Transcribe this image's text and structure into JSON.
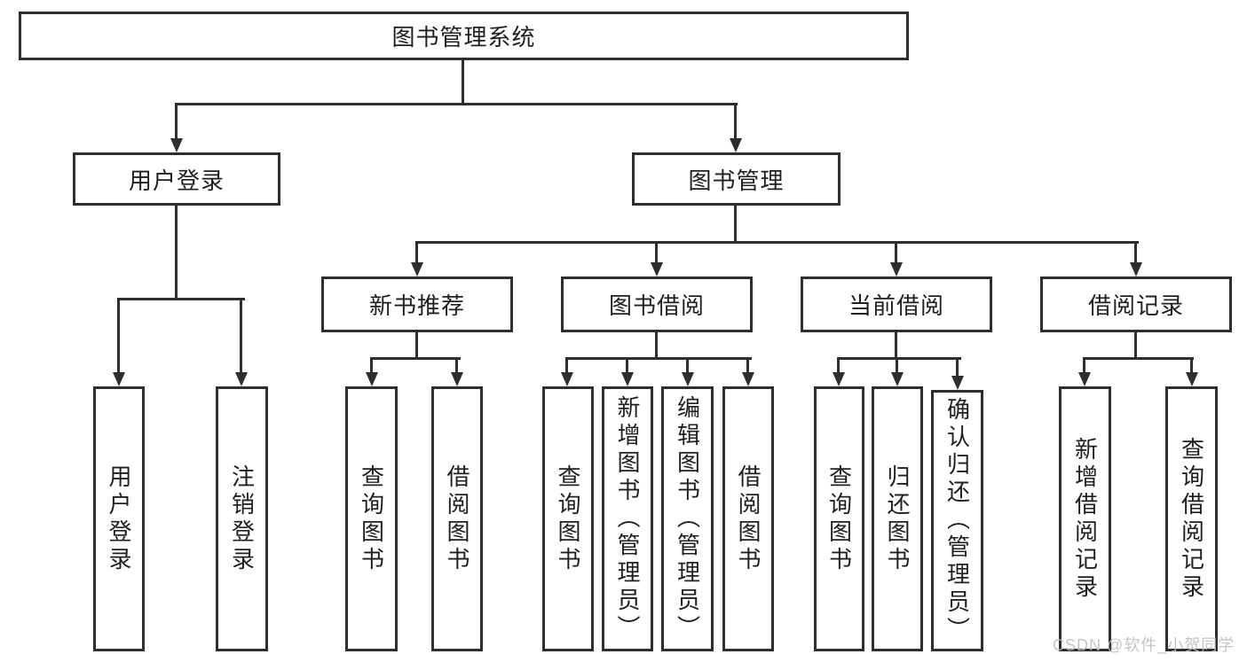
{
  "nodes": {
    "root": "图书管理系统",
    "level2": {
      "user_login": "用户登录",
      "book_management": "图书管理"
    },
    "level3": {
      "new_book_recommend": "新书推荐",
      "book_borrow": "图书借阅",
      "current_borrow": "当前借阅",
      "borrow_records": "借阅记录"
    },
    "leaves": {
      "user_login": [
        "用户登录",
        "注销登录"
      ],
      "new_book_recommend": [
        "查询图书",
        "借阅图书"
      ],
      "book_borrow": [
        "查询图书",
        "新增图书（管理员）",
        "编辑图书（管理员）",
        "借阅图书"
      ],
      "current_borrow": [
        "查询图书",
        "归还图书",
        "确认归还（管理员）"
      ],
      "borrow_records": [
        "新增借阅记录",
        "查询借阅记录"
      ]
    }
  },
  "watermark": {
    "text": "CSDN @软件_小贺同学"
  },
  "colors": {
    "line": "#2e2e2e",
    "box_border": "#2e2e2e",
    "text": "#1f1f1f",
    "background": "#ffffff",
    "watermark": "#bfbfbf"
  }
}
